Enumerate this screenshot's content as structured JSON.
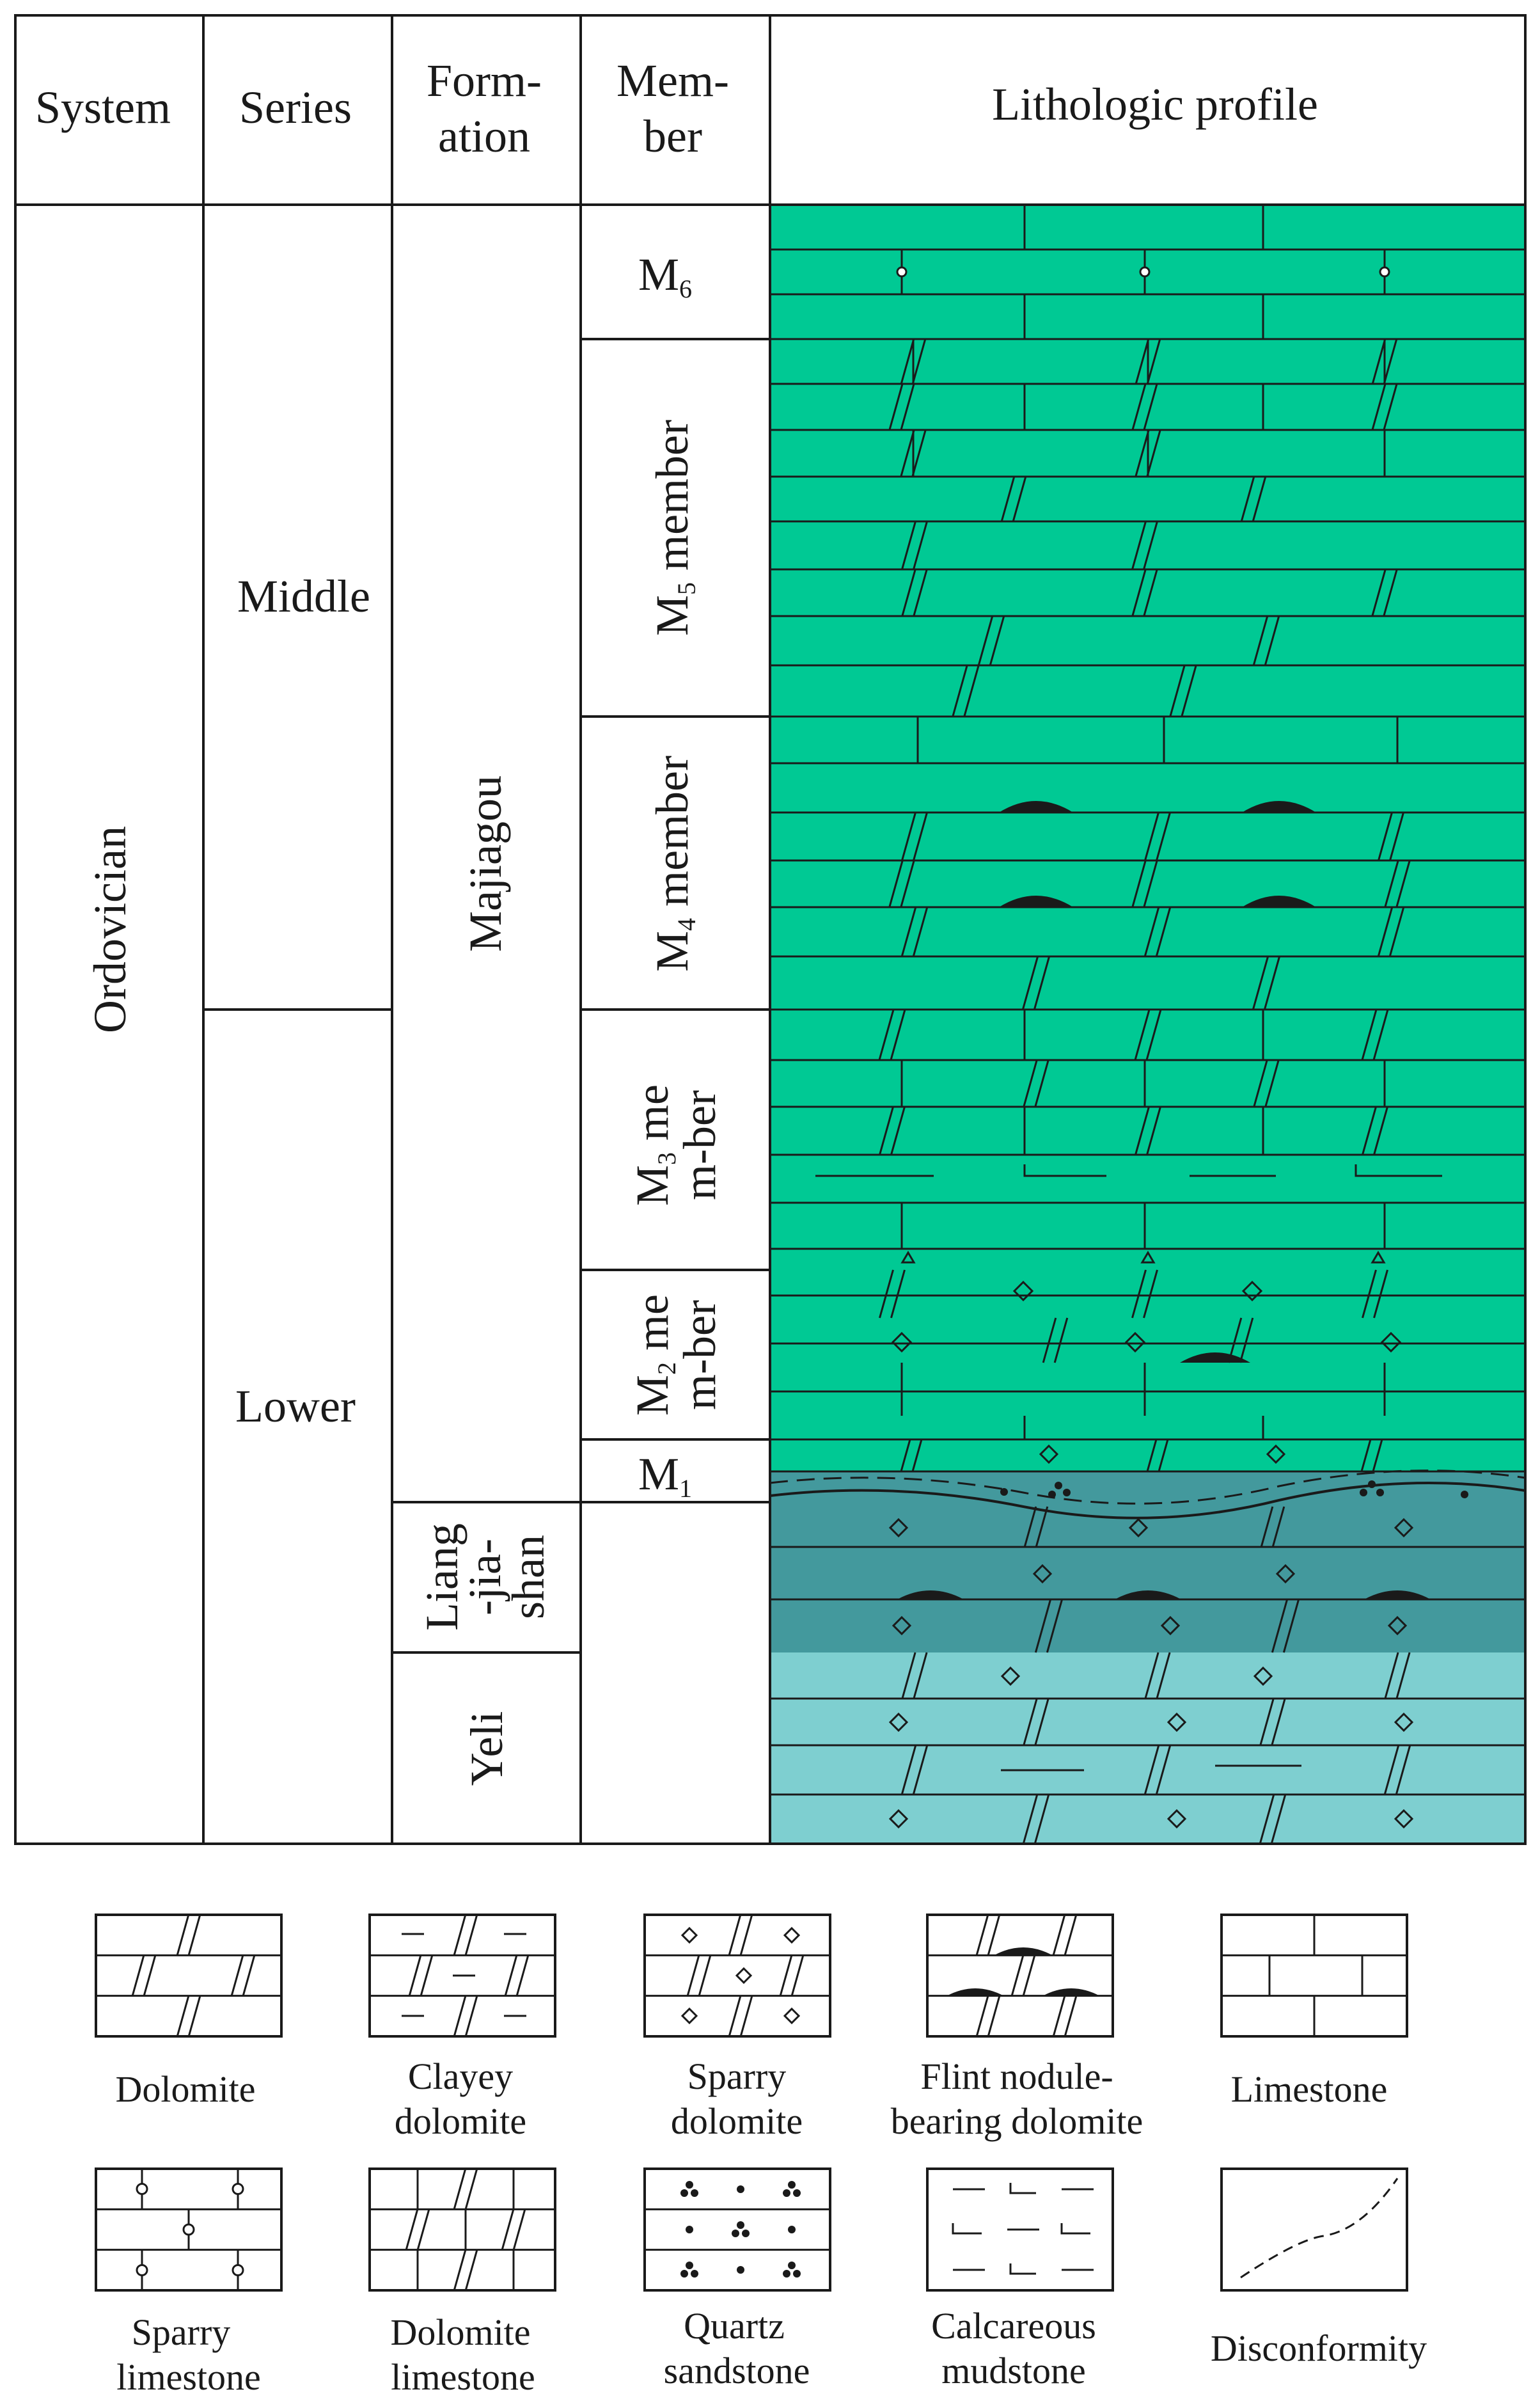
{
  "colors": {
    "upper": "#00c994",
    "liangjiashan": "#43999d",
    "yeli": "#7ecfd0",
    "line": "#1a1a1a",
    "nodule": "#1a1a1a"
  },
  "headers": {
    "system": "System",
    "series": "Series",
    "formation": [
      "Form-",
      "ation"
    ],
    "member": [
      "Mem-",
      "ber"
    ],
    "profile": "Lithologic profile"
  },
  "system": "Ordovician",
  "series": {
    "middle": "Middle",
    "lower": "Lower"
  },
  "formations": {
    "majiagou": "Majiagou",
    "liangjiashan": [
      "Liang",
      "-jia-",
      "shan"
    ],
    "yeli": "Yeli"
  },
  "members": {
    "m6": {
      "main": "M",
      "sub": "6"
    },
    "m5": {
      "main": "M",
      "sub": "5",
      "rest": " member"
    },
    "m4": {
      "main": "M",
      "sub": "4",
      "rest": " member"
    },
    "m3": {
      "main": "M",
      "sub": "3",
      "line1": " me",
      "line2": "m-ber"
    },
    "m2": {
      "main": "M",
      "sub": "2",
      "line1": " me",
      "line2": "m-ber"
    },
    "m1": {
      "main": "M",
      "sub": "1"
    }
  },
  "legend": [
    {
      "name": "Dolomite",
      "lines": [
        "Dolomite"
      ],
      "icon": "dolomite-icon"
    },
    {
      "name": "Clayey dolomite",
      "lines": [
        "Clayey",
        "dolomite"
      ],
      "icon": "clayey-dolomite-icon"
    },
    {
      "name": "Sparry dolomite",
      "lines": [
        "Sparry",
        "dolomite"
      ],
      "icon": "sparry-dolomite-icon"
    },
    {
      "name": "Flint nodule-bearing dolomite",
      "lines": [
        "Flint nodule-",
        "bearing dolomite"
      ],
      "icon": "flint-nodule-dolomite-icon"
    },
    {
      "name": "Limestone",
      "lines": [
        "Limestone"
      ],
      "icon": "limestone-icon"
    },
    {
      "name": "Sparry limestone",
      "lines": [
        "Sparry",
        "limestone"
      ],
      "icon": "sparry-limestone-icon"
    },
    {
      "name": "Dolomite limestone",
      "lines": [
        "Dolomite",
        "limestone"
      ],
      "icon": "dolomite-limestone-icon"
    },
    {
      "name": "Quartz sandstone",
      "lines": [
        "Quartz",
        "sandstone"
      ],
      "icon": "quartz-sandstone-icon"
    },
    {
      "name": "Calcareous mudstone",
      "lines": [
        "Calcareous",
        "mudstone"
      ],
      "icon": "calcareous-mudstone-icon"
    },
    {
      "name": "Disconformity",
      "lines": [
        "Disconformity"
      ],
      "icon": "disconformity-icon"
    }
  ]
}
